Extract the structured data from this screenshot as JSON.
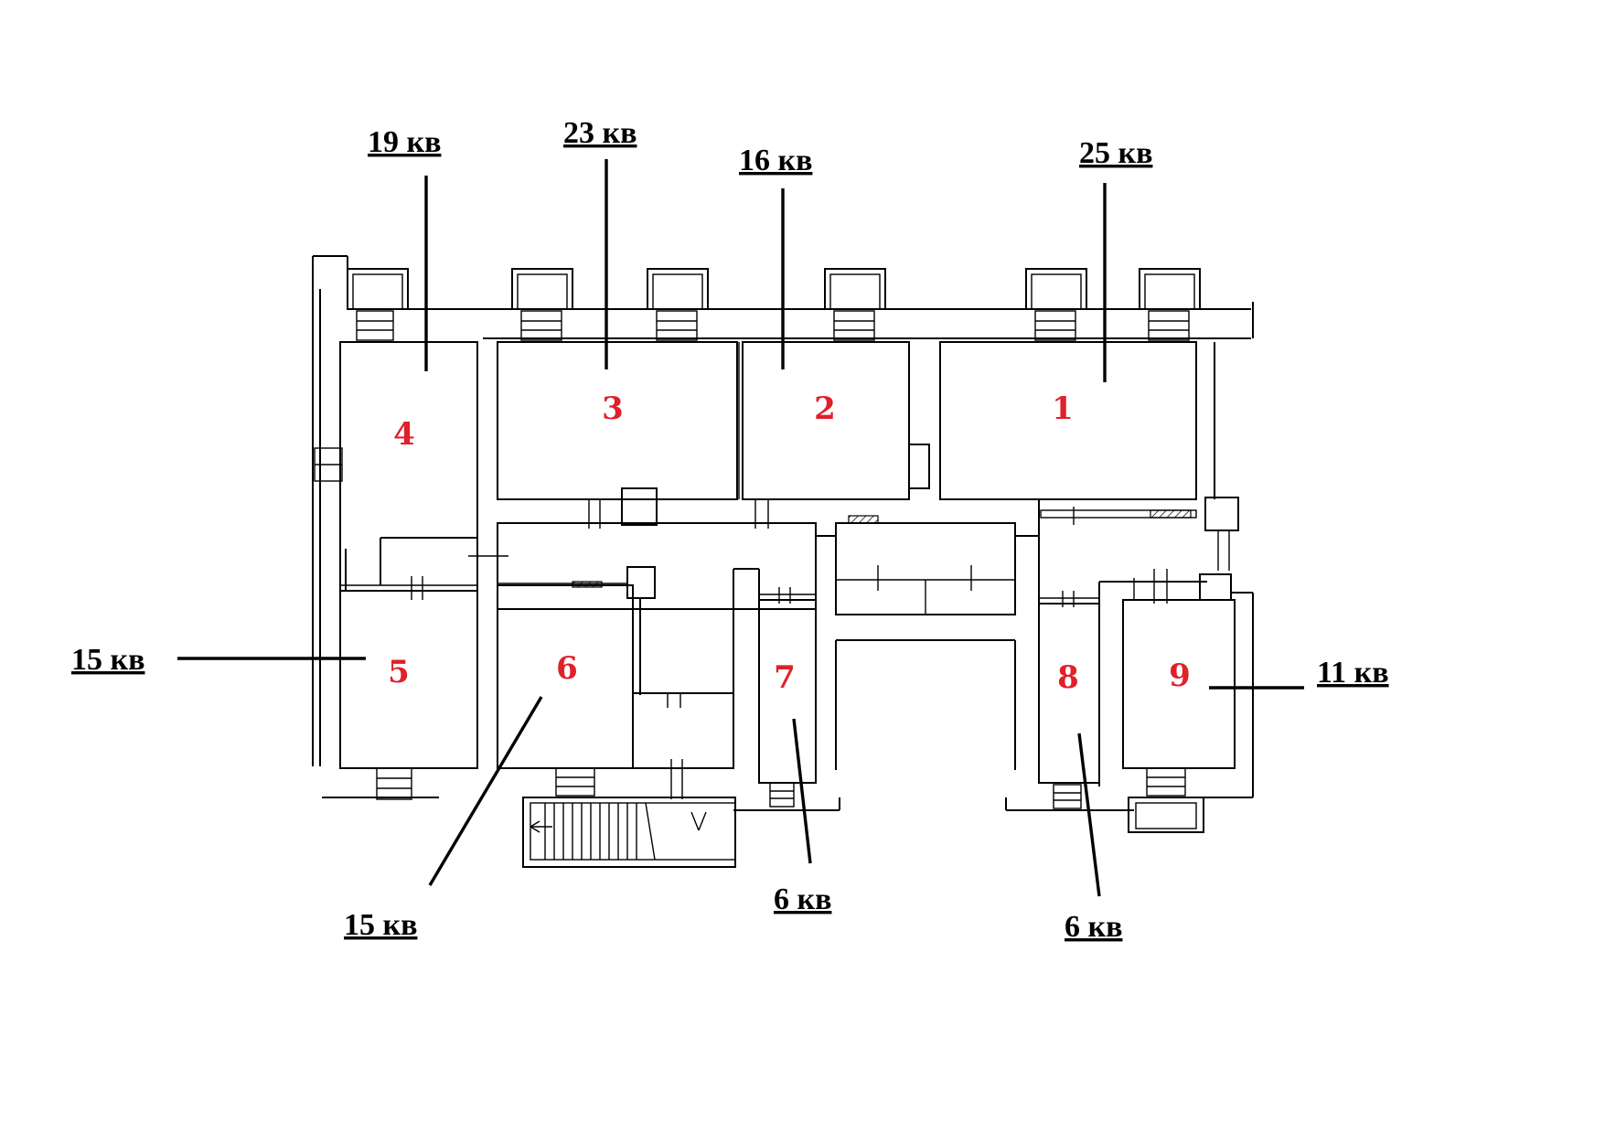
{
  "rooms": [
    {
      "id": "1",
      "number": "1",
      "area": "25 кв"
    },
    {
      "id": "2",
      "number": "2",
      "area": "16 кв"
    },
    {
      "id": "3",
      "number": "3",
      "area": "23 кв"
    },
    {
      "id": "4",
      "number": "4",
      "area": "19 кв"
    },
    {
      "id": "5",
      "number": "5",
      "area": "15 кв"
    },
    {
      "id": "6",
      "number": "6",
      "area": "15 кв"
    },
    {
      "id": "7",
      "number": "7",
      "area": "6 кв"
    },
    {
      "id": "8",
      "number": "8",
      "area": "6 кв"
    },
    {
      "id": "9",
      "number": "9",
      "area": "11 кв"
    }
  ],
  "colors": {
    "room_number": "#e0202a",
    "lines": "#000000",
    "background": "#ffffff"
  }
}
